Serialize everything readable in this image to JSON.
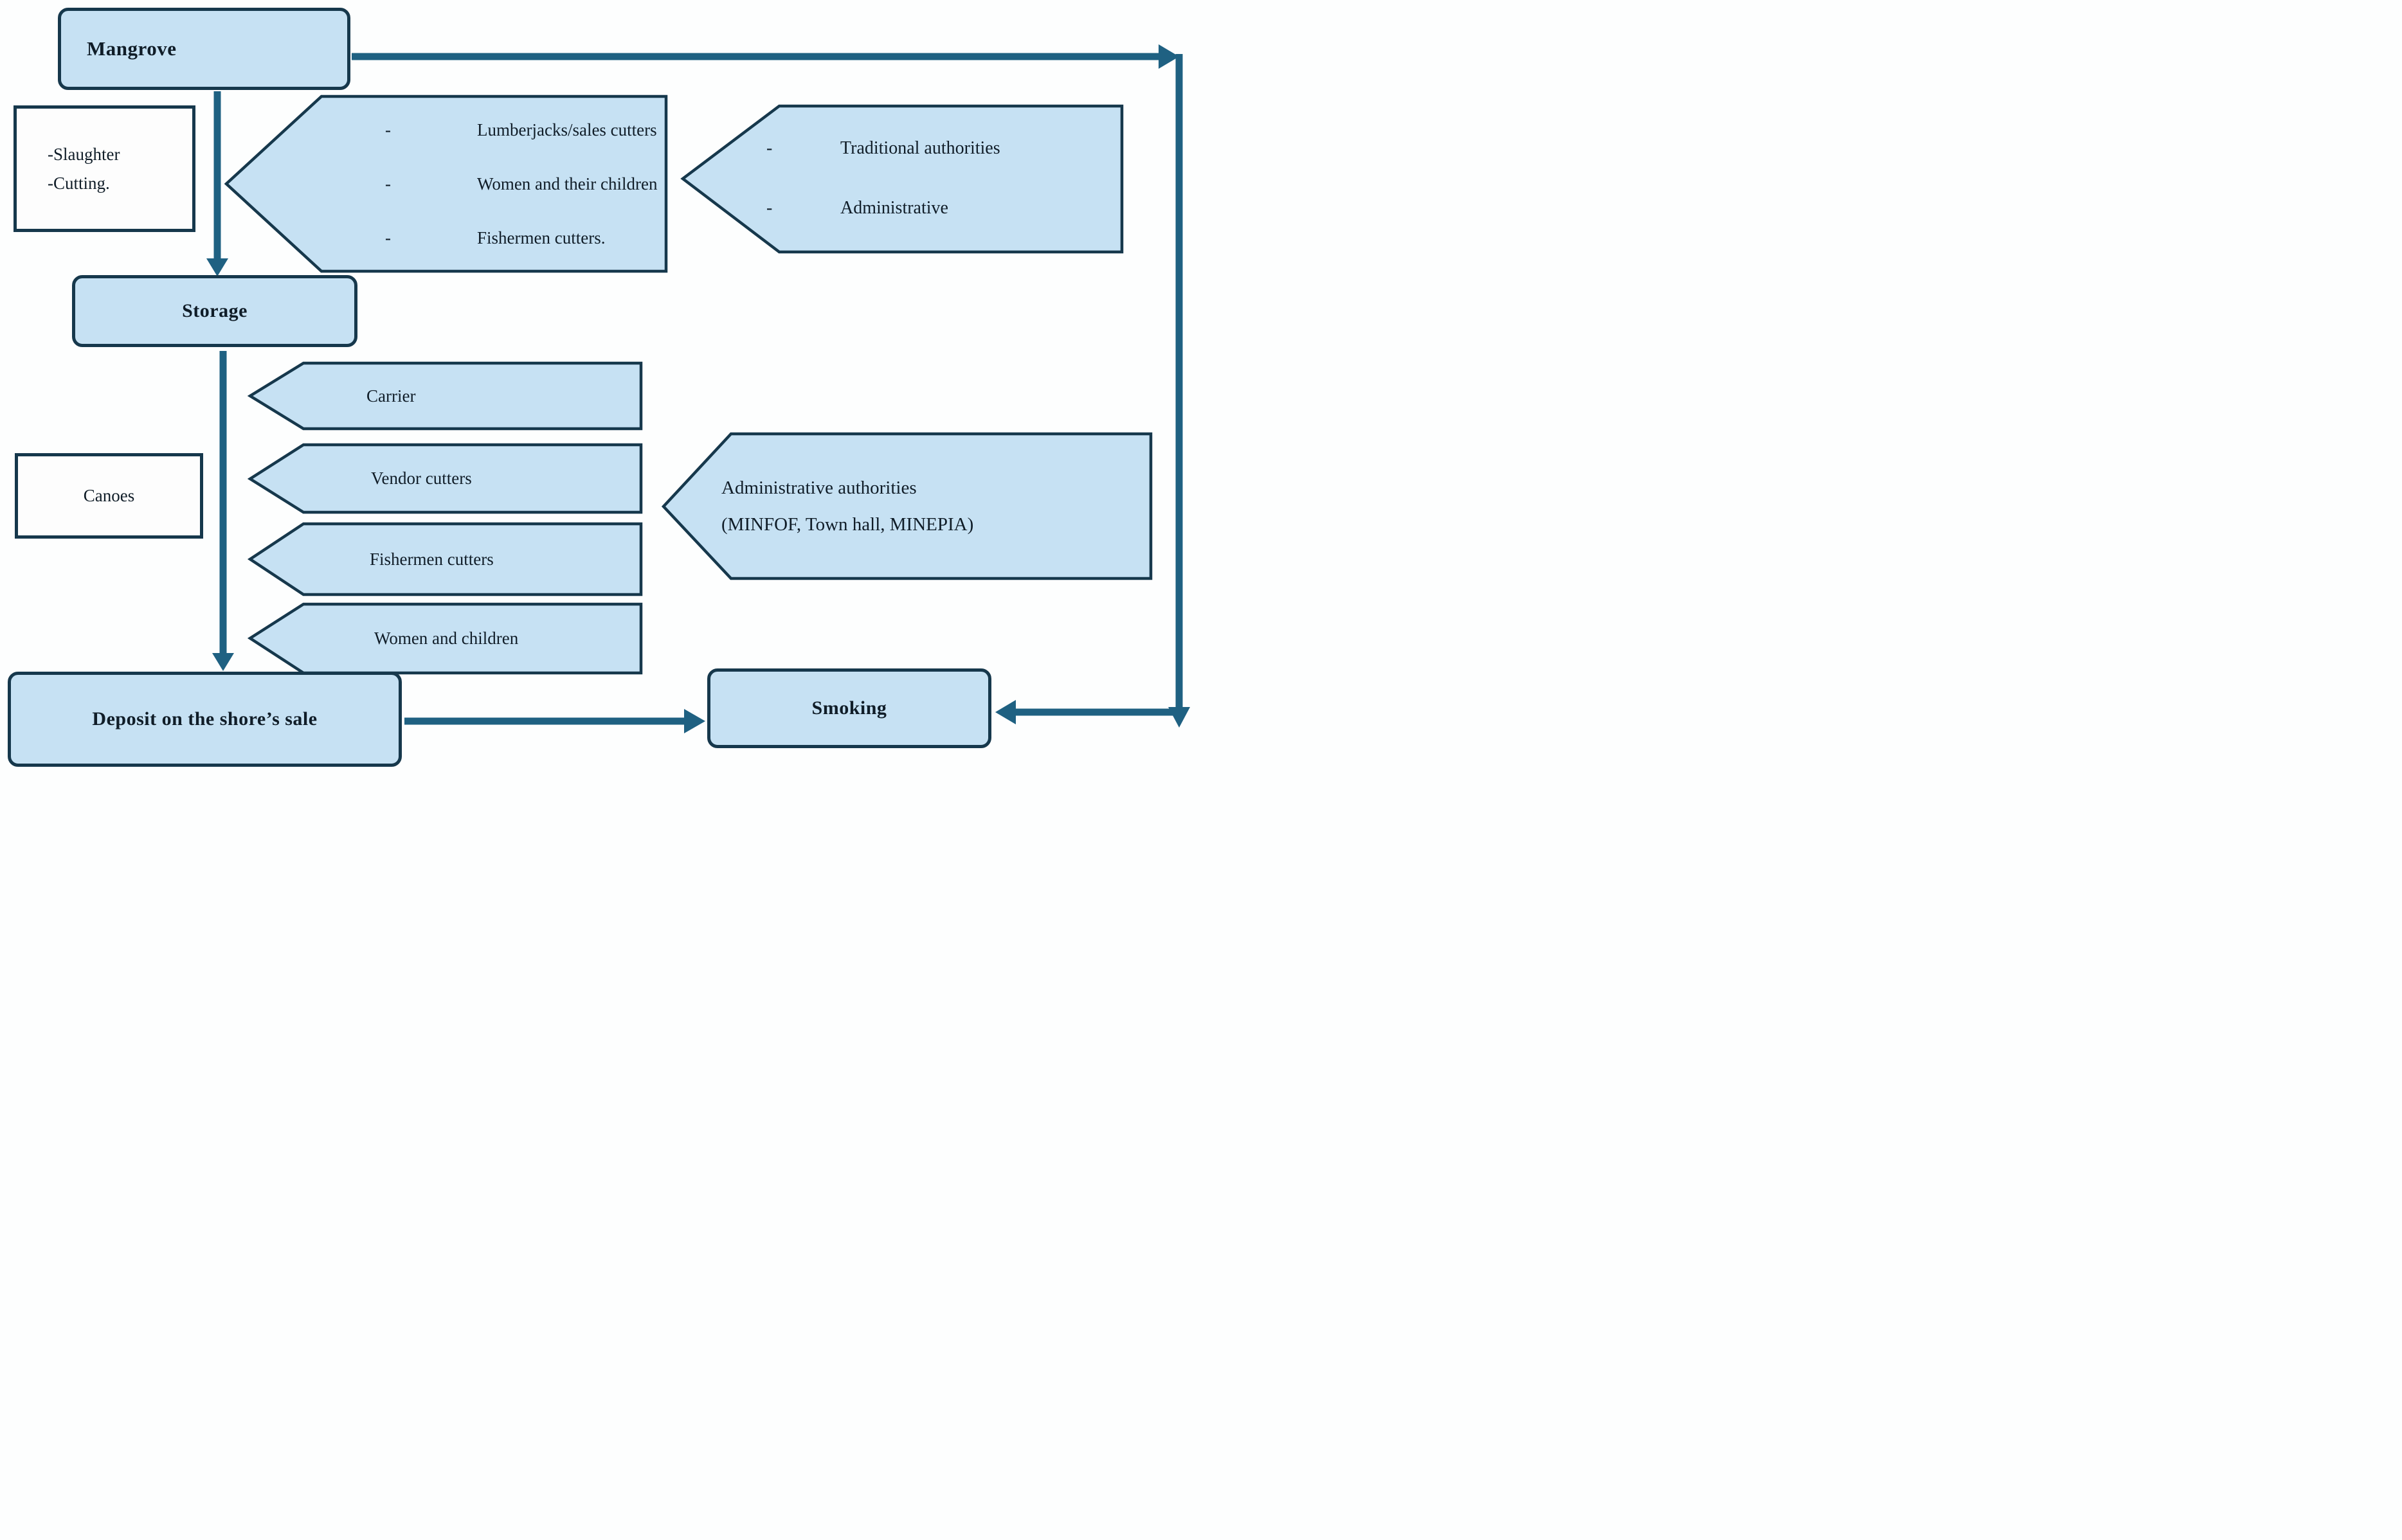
{
  "nodes": {
    "mangrove": {
      "label": "Mangrove"
    },
    "slaughter_cutting": {
      "lines": [
        "-Slaughter",
        "-Cutting."
      ]
    },
    "harvest_actors": {
      "bullet": "-",
      "items": [
        "Lumberjacks/sales cutters",
        "Women and their children",
        "Fishermen cutters."
      ]
    },
    "authorities": {
      "bullet": "-",
      "items": [
        "Traditional authorities",
        "Administrative"
      ]
    },
    "storage": {
      "label": "Storage"
    },
    "carrier": {
      "label": "Carrier"
    },
    "canoes": {
      "label": "Canoes"
    },
    "vendor_cutters": {
      "label": "Vendor cutters"
    },
    "fishermen_cutters": {
      "label": "Fishermen cutters"
    },
    "women_children": {
      "label": "Women and children"
    },
    "admin_authorities": {
      "lines": [
        "Administrative authorities",
        "(MINFOF, Town hall, MINEPIA)"
      ]
    },
    "deposit": {
      "label": "Deposit on the shore’s sale"
    },
    "smoking": {
      "label": "Smoking"
    }
  },
  "colors": {
    "node_fill": "#c6e1f3",
    "node_border": "#16384c",
    "arrow": "#1f6182",
    "text": "#101d28",
    "white_fill": "#fdfdfd"
  }
}
